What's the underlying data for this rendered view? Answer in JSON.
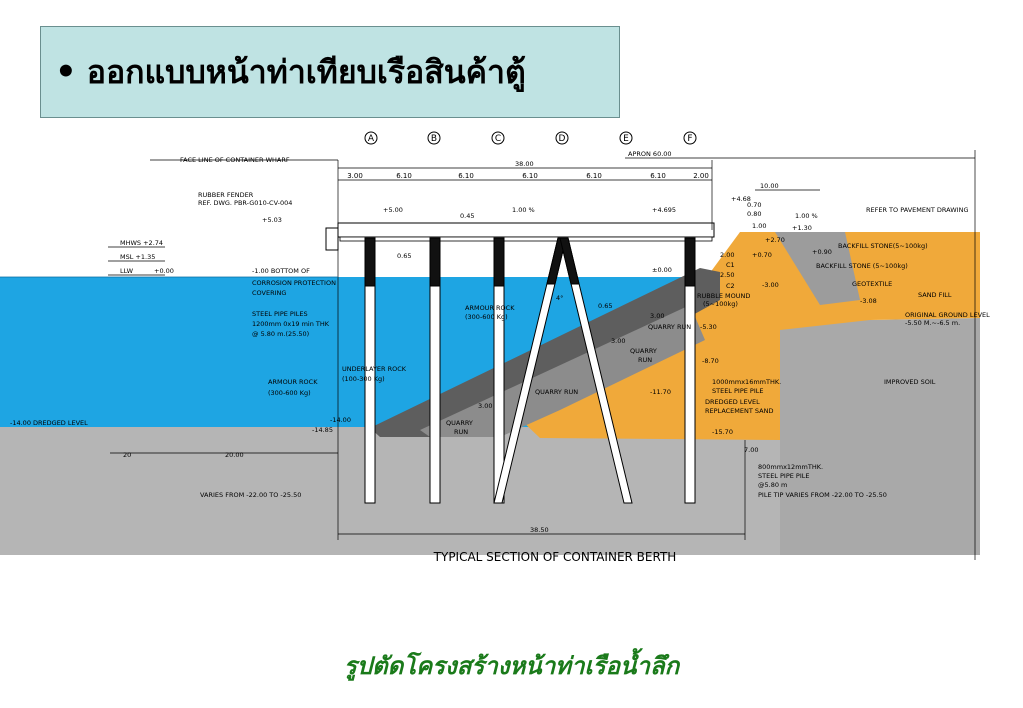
{
  "slide": {
    "bullet": "•",
    "title": "ออกแบบหน้าท่าเทียบเรือสินค้าตู้",
    "caption": "รูปตัดโครงสร้างหน้าท่าเรือน้ำลึก"
  },
  "drawing": {
    "title": "TYPICAL SECTION OF CONTAINER BERTH",
    "grid": [
      "A",
      "B",
      "C",
      "D",
      "E",
      "F"
    ],
    "spans": [
      "3.00",
      "6.10",
      "6.10",
      "6.10",
      "6.10",
      "6.10",
      "2.00"
    ],
    "labels": {
      "face_line": "FACE LINE OF CONTAINER WHARF",
      "apron": "APRON 60.00",
      "total_width": "38.00",
      "bottom_width": "38.50",
      "rubber_fender_1": "RUBBER FENDER",
      "rubber_fender_2": "REF. DWG. PBR-G010-CV-004",
      "deck_level": "+5.03",
      "deck_top": "+5.00",
      "deck_right": "+4.695",
      "slope": "1.00 %",
      "slope_right": "1.00 %",
      "dim_045": "0.45",
      "dim_065": "0.65",
      "dim_10": "10.00",
      "lvl_468": "+4.68",
      "dim_070": "0.70",
      "dim_080": "0.80",
      "dim_100": "1.00",
      "lvl_130": "+1.30",
      "lvl_270": "+2.70",
      "lvl_090": "+0.90",
      "lvl_070": "+0.70",
      "lvl_300": "-3.00",
      "lvl_308": "-3.08",
      "refer_pavement": "REFER TO PAVEMENT DRAWING",
      "mhws": "MHWS +2.74",
      "msl": "MSL   +1.35",
      "llw": "LLW",
      "llw_value": "+0.00",
      "bottom_corrosion_1": "-1.00 BOTTOM OF",
      "bottom_corrosion_2": "CORROSION PROTECTION",
      "bottom_corrosion_3": "COVERING",
      "steel_pipe_1": "STEEL PIPE PILES",
      "steel_pipe_2": "1200mm 0x19 min THK",
      "steel_pipe_3": "@ 5.80 m.(25.50)",
      "zero_level": "±0.00",
      "armour_rock_1": "ARMOUR ROCK",
      "armour_rock_2": "(300-600 Kg)",
      "underlayer_1": "UNDERLAYER ROCK",
      "underlayer_2": "(100-300 Kg)",
      "armour_left_1": "ARMOUR ROCK",
      "armour_left_2": "(300-600 Kg)",
      "rubble_1": "RUBBLE MOUND",
      "rubble_2": "(5~100kg)",
      "backfill_stone_1": "BACKFILL STONE(5~100kg)",
      "backfill_stone_2": "BACKFILL STONE (5~100kg)",
      "geotextile": "GEOTEXTILE",
      "sand_fill": "SAND FILL",
      "original_ground_1": "ORIGINAL GROUND LEVEL",
      "original_ground_2": "-5.50 M.~-6.5 m.",
      "improved_soil": "IMPROVED SOIL",
      "quarry_run": "QUARRY RUN",
      "quarry": "QUARRY",
      "run": "RUN",
      "lvl_530": "-5.30",
      "lvl_870": "-8.70",
      "lvl_1170": "-11.70",
      "lvl_1570": "-15.70",
      "pile_1000_1": "1000mmx16mmTHK.",
      "pile_1000_2": "STEEL PIPE PILE",
      "dredged_repl_1": "DREDGED LEVEL",
      "dredged_repl_2": "REPLACEMENT SAND",
      "dredged_level": "-14.00 DREDGED LEVEL",
      "lvl_1400": "-14.00",
      "lvl_1485": "-14.85",
      "dim_300": "3.00",
      "dim_250": "2.50",
      "dim_200": "2.00",
      "dim_700": "7.00",
      "dim_20": "20",
      "dim_2000": "20.00",
      "pile_800_1": "800mmx12mmTHK.",
      "pile_800_2": "STEEL PIPE PILE",
      "pile_800_3": "@5.80 m",
      "pile_tip": "PILE TIP VARIES FROM -22.00 TO -25.50",
      "varies_from": "VARIES FROM -22.00 TO -25.50",
      "c1": "C1",
      "c2": "C2",
      "angle": "4°",
      "dim_065b": "0.65"
    }
  }
}
